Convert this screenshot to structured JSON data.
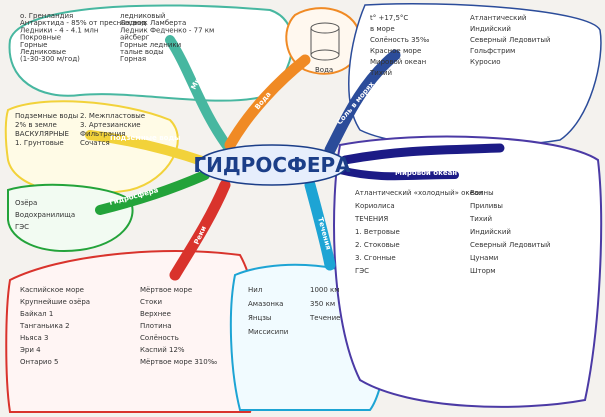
{
  "central": "ГИДРОСФЕРА",
  "colors": {
    "orange": "#f08a24",
    "blue": "#2b4c9a",
    "navy": "#1c1b86",
    "cyan": "#1da4d4",
    "red": "#d9332c",
    "green": "#23a33a",
    "yellow": "#f2d23a",
    "purple": "#6b3aa5",
    "teal": "#47b7a0"
  },
  "branches": {
    "top_left": {
      "arrow_label": "Мировой океан",
      "lines": [
        "о. Гренландия",
        "Антарктида - 85% от пресных вод",
        "Ледники - 4 - 4.1 млн",
        "Покровные",
        "Горные",
        "Ледниковые",
        "(1-30-300 м/год)",
        "ледниковый",
        "Ледник Ламберта",
        "Ледник Федченко - 77 км",
        "айсберг",
        "Горные ледники",
        "талые воды",
        "Горная"
      ]
    },
    "yellow": {
      "arrow_label": "Подземные воды",
      "lines": [
        "Подземные воды",
        "2% в земле",
        "ВАСКУЛЯРНЫЕ",
        "1. Грунтовые",
        "2. Межпластовые",
        "3. Артезианские",
        "Фильтрация",
        "Сочатся"
      ]
    },
    "green": {
      "arrow_label": "Гидросфера",
      "lines": [
        "Озёра",
        "Водохранилища",
        "ГЭС"
      ]
    },
    "red": {
      "arrow_label": "Реки",
      "lines": [
        "Каспийское море",
        "Крупнейшие озёра",
        "Байкал 1",
        "Танганьика 2",
        "Ньяса 3",
        "Эри 4",
        "Онтарио 5",
        "Мёртвое море",
        "Стоки",
        "Верхнее",
        "Плотина",
        "Солёность",
        "Каспий 12%",
        "Мёртвое море 310‰"
      ]
    },
    "cyan": {
      "arrow_label": "Течения",
      "lines": [
        "Нил",
        "Амазонка",
        "Янцзы",
        "Миссисипи",
        "1000 км",
        "350 км",
        "Течение"
      ]
    },
    "navy": {
      "arrow_label": "Мировой океан",
      "lines": [
        "Атлантический «холодный» океан",
        "Кориолиса",
        "ТЕЧЕНИЯ",
        "1. Ветровые",
        "2. Стоковые",
        "3. Сгонные",
        "ГЭС",
        "Волны",
        "Приливы",
        "Тихий",
        "Индийский",
        "Северный Ледовитый",
        "Цунами",
        "Шторм"
      ]
    },
    "blue": {
      "arrow_label": "Соль в морях",
      "lines": [
        "t° +17,5°C",
        "в море",
        "Солёность 35‰",
        "Красное море",
        "Мировой океан",
        "Тихий",
        "Атлантический",
        "Индийский",
        "Северный Ледовитый",
        "Гольфстрим",
        "Куросио"
      ]
    },
    "orange": {
      "arrow_label": "Вода",
      "lines": [
        "Вода"
      ]
    }
  }
}
